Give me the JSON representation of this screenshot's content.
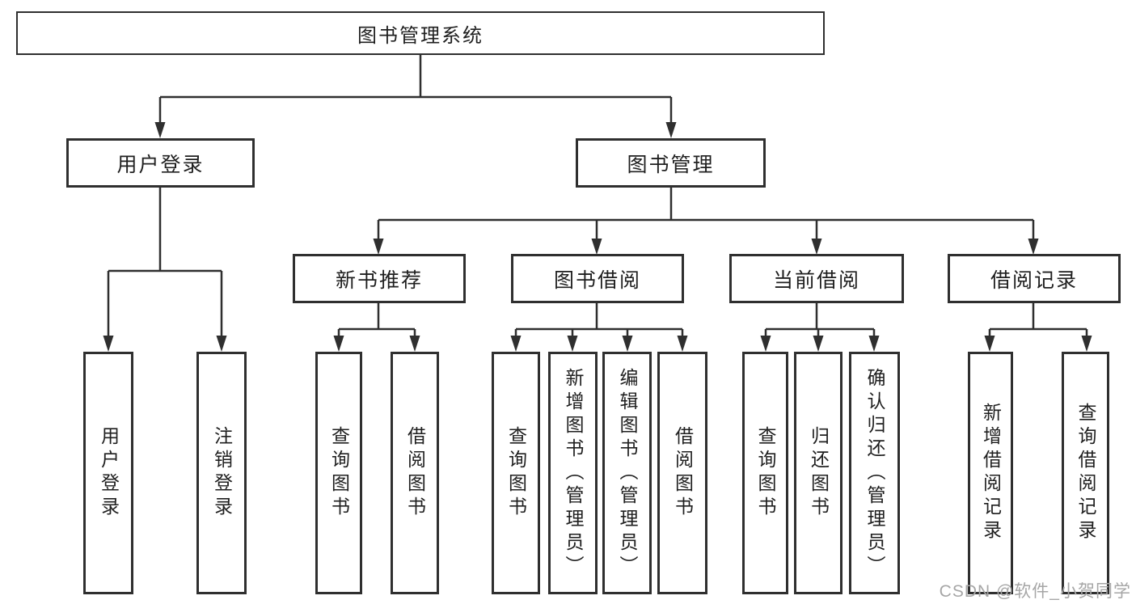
{
  "nodes": {
    "root": "图书管理系统",
    "level2": [
      "用户登录",
      "图书管理"
    ],
    "level3": [
      "新书推荐",
      "图书借阅",
      "当前借阅",
      "借阅记录"
    ],
    "leaves": {
      "userLogin": [
        "用户登录",
        "注销登录"
      ],
      "newBooks": [
        "查询图书",
        "借阅图书"
      ],
      "bookBorrowing": [
        "查询图书",
        "新增图书（管理员）",
        "编辑图书（管理员）",
        "借阅图书"
      ],
      "currentBorrowing": [
        "查询图书",
        "归还图书",
        "确认归还（管理员）"
      ],
      "borrowRecords": [
        "新增借阅记录",
        "查询借阅记录"
      ]
    }
  },
  "watermark": "CSDN @软件_小贺同学",
  "colors": {
    "line": "#2f2f2f",
    "text": "#1f1f1f",
    "watermark": "#a6a6a6",
    "background": "#ffffff"
  }
}
